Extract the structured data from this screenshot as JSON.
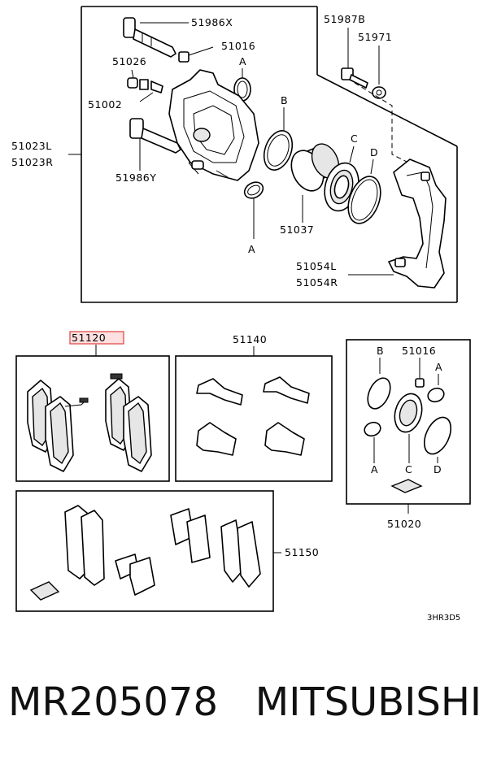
{
  "callouts": {
    "bolt_upper": "51986X",
    "bushing": "51016",
    "boot_a_top": "A",
    "cap": "51026",
    "bleeder": "51002",
    "caliper_l": "51023L",
    "caliper_r": "51023R",
    "bolt_lower": "51986Y",
    "seal_b": "B",
    "seal_c": "C",
    "ring_d": "D",
    "piston": "51037",
    "boot_a_bottom": "A",
    "support_l": "51054L",
    "support_r": "51054R",
    "bolt_support": "51987B",
    "washer": "51971"
  },
  "groups": {
    "pad_set": "51120",
    "clip_set": "51140",
    "shim_set": "51150",
    "seal_kit": "51020"
  },
  "seal_kit": {
    "b": "B",
    "bushing": "51016",
    "a_top": "A",
    "a_bottom": "A",
    "c": "C",
    "d": "D"
  },
  "diagram_code": "3HR3D5",
  "caption": {
    "part_number": "MR205078",
    "brand": "MITSUBISHI"
  }
}
